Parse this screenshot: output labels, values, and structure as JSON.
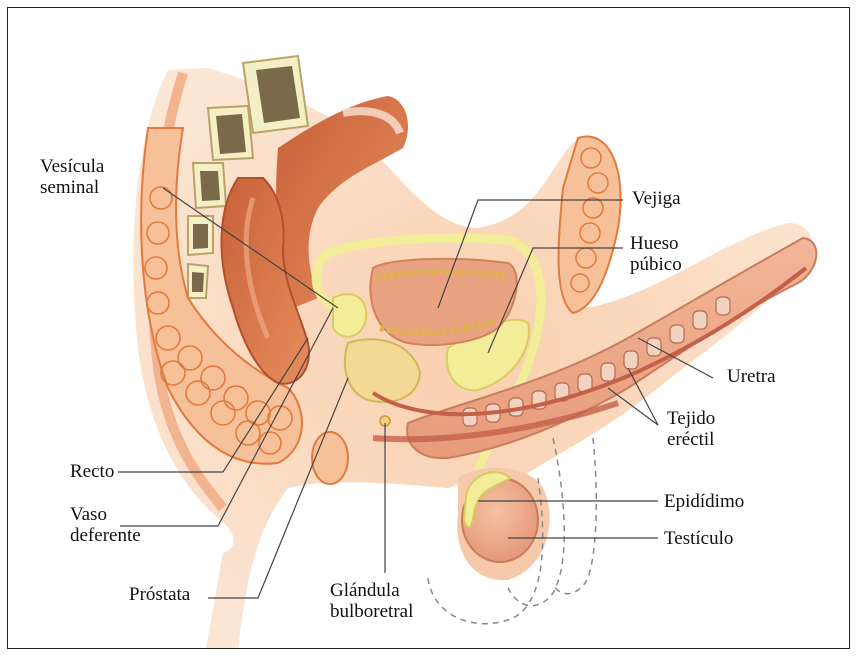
{
  "labels": {
    "vesicula_seminal": [
      "Vesícula",
      "seminal"
    ],
    "vejiga": "Vejiga",
    "hueso_pubico": [
      "Hueso",
      "púbico"
    ],
    "uretra": "Uretra",
    "tejido_erectil": [
      "Tejido",
      "eréctil"
    ],
    "epididimo": "Epidídimo",
    "testiculo": "Testículo",
    "recto": "Recto",
    "vaso_deferente": [
      "Vaso",
      "deferente"
    ],
    "prostata": "Próstata",
    "glandula_bulboretral": [
      "Glándula",
      "bulboretral"
    ]
  },
  "colors": {
    "skin": "#f6d3b5",
    "flesh": "#ec9c6c",
    "bladder": "#e9a282",
    "yellow_duct": "#f3ec98",
    "bone": "#f5efc6",
    "leader_line": "#444444"
  }
}
